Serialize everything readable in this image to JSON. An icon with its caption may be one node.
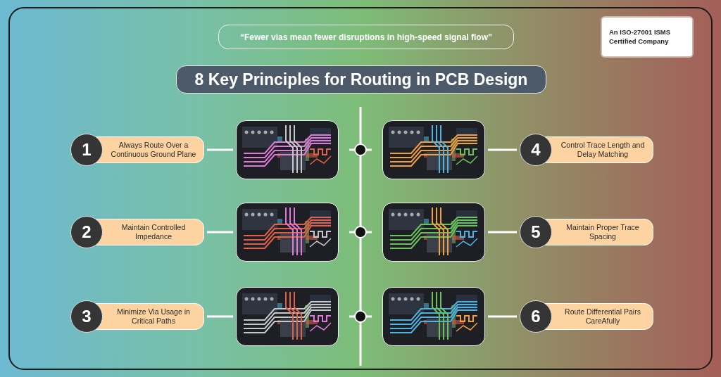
{
  "diagram": {
    "title": "8 Key Principles for Routing in PCB Design",
    "nodes": [
      {
        "text": [
          "“Fewer vias mean fewer disruptions in high-speed signal flow”"
        ]
      },
      {
        "text": [
          "An ISO-27001 ISMS Certified Company"
        ]
      },
      {
        "text": [
          "1",
          "Always Route Over a Continuous Ground Plane"
        ]
      },
      {
        "text": [],
        "shape": "picture"
      },
      {
        "text": [],
        "shape": "picture"
      },
      {
        "text": [
          "4",
          "Control Trace Length and Delay Matching"
        ]
      },
      {
        "text": [
          "2",
          "Maintain Controlled Impedance"
        ]
      },
      {
        "text": [],
        "shape": "picture"
      },
      {
        "text": [],
        "shape": "picture"
      },
      {
        "text": [
          "5",
          "Maintain Proper Trace Spacing"
        ]
      },
      {
        "text": [
          "3",
          "Minimize Via Usage in Critical Paths"
        ]
      },
      {
        "text": [],
        "shape": "picture"
      },
      {
        "text": [],
        "shape": "picture"
      },
      {
        "text": [
          "6",
          "Route Differential Pairs CareAfully"
        ]
      }
    ],
    "edges": [
      {
        "from": 2,
        "to": 3,
        "arrow": "none"
      },
      {
        "from": 5,
        "to": 4,
        "arrow": "none"
      },
      {
        "from": 6,
        "to": 7,
        "arrow": "none"
      },
      {
        "from": 9,
        "to": 8,
        "arrow": "none"
      },
      {
        "from": 10,
        "to": 11,
        "arrow": "none"
      },
      {
        "from": 13,
        "to": 12,
        "arrow": "none"
      }
    ]
  }
}
